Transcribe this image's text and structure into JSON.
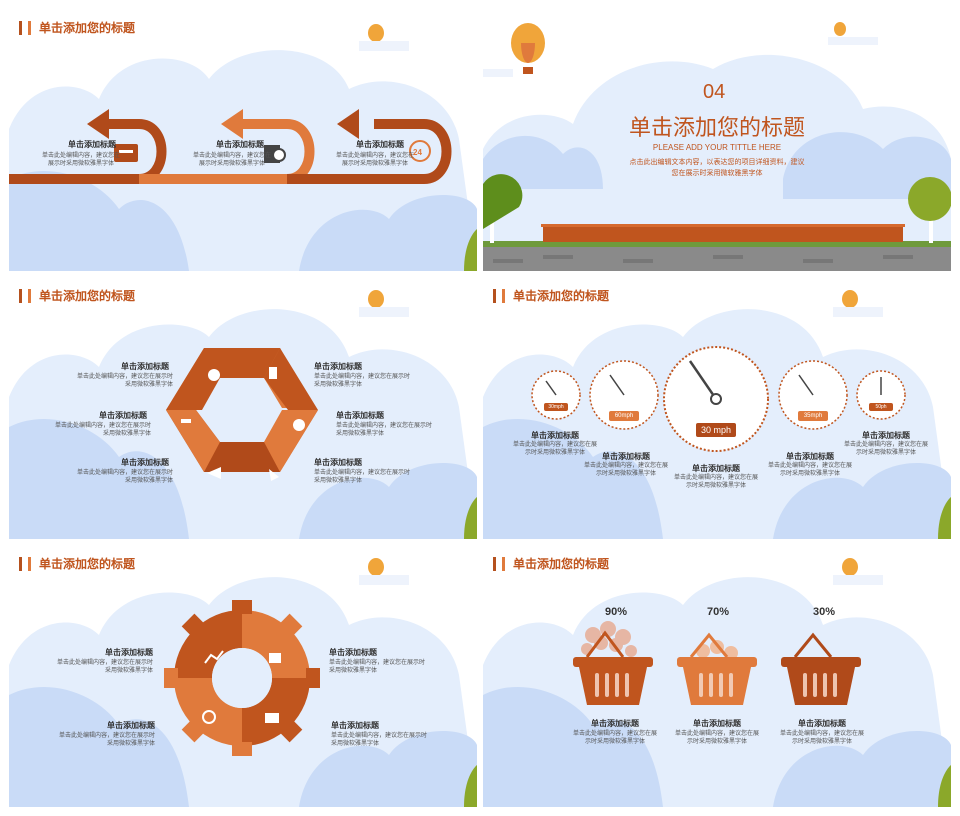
{
  "header_title": "单击添加您的标题",
  "item_title": "单击添加标题",
  "item_desc_a": "单击此处编辑内容，建议您在",
  "item_desc_b": "展示时采用微软雅黑字体",
  "item_desc_c": "单击此处编辑内容，建议您在展示时",
  "item_desc_d": "采用微软雅黑字体",
  "item_desc_e": "单击此处编辑内容，建议您在展",
  "item_desc_f": "示时采用微软雅黑字体",
  "section": {
    "number": "04",
    "title": "单击添加您的标题",
    "subtitle": "PLEASE ADD YOUR TITTLE HERE",
    "desc_1": "点击此出编辑文本内容，以表达您的项目详细资料，建议",
    "desc_2": "您在展示时采用微软雅黑字体"
  },
  "gauges": [
    "30mph",
    "60mph",
    "30 mph",
    "35mph",
    "50ph"
  ],
  "baskets": [
    "90%",
    "70%",
    "30%"
  ],
  "colors": {
    "accent": "#c0551e",
    "light_orange": "#e07a3c",
    "dark_orange": "#b04a1a",
    "cloud": "#dbe7fb",
    "cloud_dark": "#c4d7f6",
    "green": "#8ba82a"
  },
  "icons": [
    "first-aid-kit-icon",
    "magnifier-icon",
    "24h-icon",
    "gears-icon",
    "hourglass-icon",
    "key-icon",
    "warning-icon",
    "airplane-icon",
    "pin-icon",
    "chart-icon",
    "cubes-icon",
    "cycle-icon",
    "bar-growth-icon",
    "balloon-icon",
    "tree-icon",
    "fence-icon"
  ]
}
